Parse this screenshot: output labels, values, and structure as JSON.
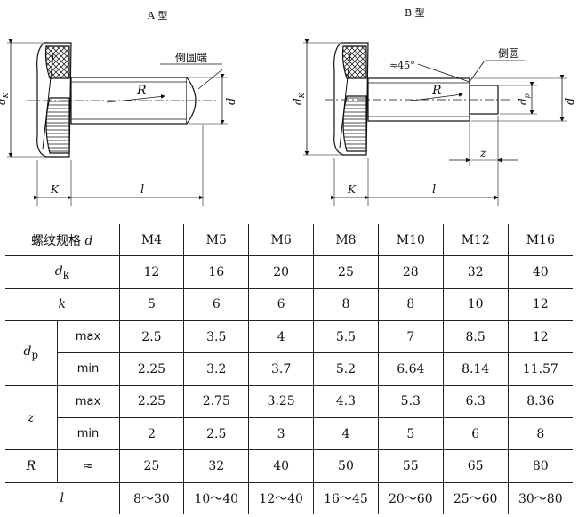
{
  "figures": {
    "a_title": "A 型",
    "b_title": "B 型",
    "a_labels": {
      "chamfer": "倒圆端",
      "R": "R",
      "dk": "d",
      "dk_sub": "K",
      "d": "d",
      "K": "K",
      "l": "l"
    },
    "b_labels": {
      "angle": "≈45°",
      "chamfer": "倒圆",
      "R": "R",
      "dk": "d",
      "dk_sub": "K",
      "dp": "d",
      "dp_sub": "p",
      "d": "d",
      "z": "z",
      "K": "K",
      "l": "l"
    }
  },
  "table": {
    "header_label": "螺纹规格",
    "header_symbol": "d",
    "sizes": [
      "M4",
      "M5",
      "M6",
      "M8",
      "M10",
      "M12",
      "M16"
    ],
    "rows": {
      "dk": {
        "symbol": "d",
        "sub": "k",
        "values": [
          "12",
          "16",
          "20",
          "25",
          "28",
          "32",
          "40"
        ]
      },
      "k": {
        "symbol": "k",
        "values": [
          "5",
          "6",
          "6",
          "8",
          "8",
          "10",
          "12"
        ]
      },
      "dp": {
        "symbol": "d",
        "sub": "p",
        "max_label": "max",
        "max": [
          "2.5",
          "3.5",
          "4",
          "5.5",
          "7",
          "8.5",
          "12"
        ],
        "min_label": "min",
        "min": [
          "2.25",
          "3.2",
          "3.7",
          "5.2",
          "6.64",
          "8.14",
          "11.57"
        ]
      },
      "z": {
        "symbol": "z",
        "max_label": "max",
        "max": [
          "2.25",
          "2.75",
          "3.25",
          "4.3",
          "5.3",
          "6.3",
          "8.36"
        ],
        "min_label": "min",
        "min": [
          "2",
          "2.5",
          "3",
          "4",
          "5",
          "6",
          "8"
        ]
      },
      "R": {
        "symbol": "R",
        "approx": "≈",
        "values": [
          "25",
          "32",
          "40",
          "50",
          "55",
          "65",
          "80"
        ]
      },
      "l": {
        "symbol": "l",
        "values": [
          "8～30",
          "10～40",
          "12～40",
          "16～45",
          "20～60",
          "25～60",
          "30～80"
        ]
      }
    }
  }
}
